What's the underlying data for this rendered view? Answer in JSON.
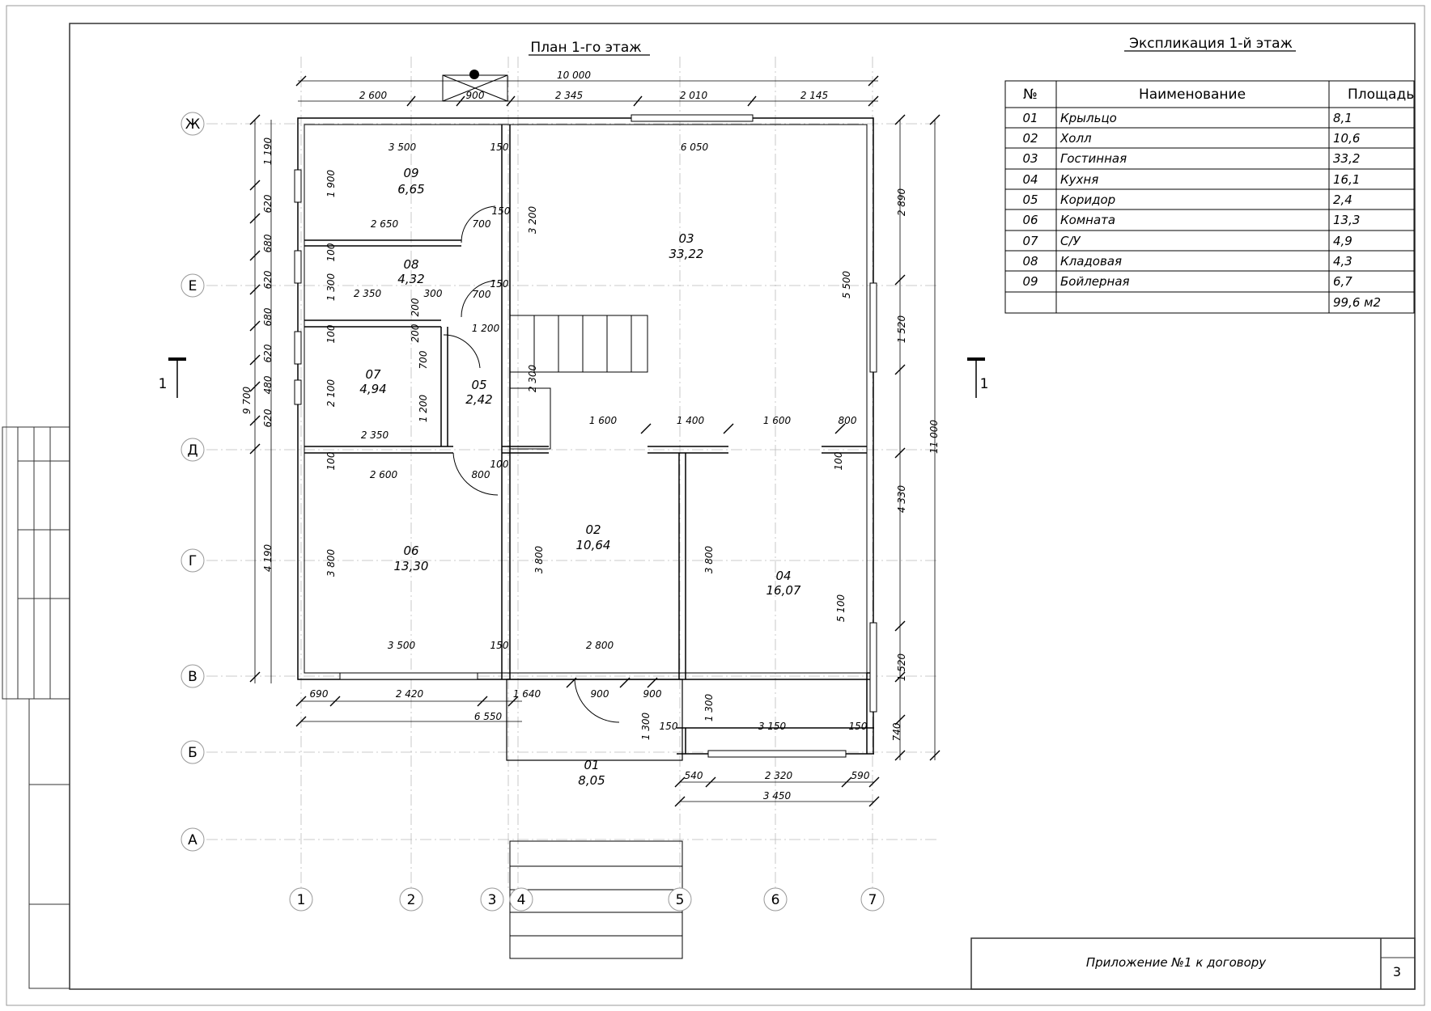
{
  "plan": {
    "title": "План 1-го этаж",
    "rooms": [
      {
        "id": "09",
        "area": "6,65"
      },
      {
        "id": "08",
        "area": "4,32"
      },
      {
        "id": "07",
        "area": "4,94"
      },
      {
        "id": "05",
        "area": "2,42"
      },
      {
        "id": "06",
        "area": "13,30"
      },
      {
        "id": "03",
        "area": "33,22"
      },
      {
        "id": "02",
        "area": "10,64"
      },
      {
        "id": "04",
        "area": "16,07"
      },
      {
        "id": "01",
        "area": "8,05"
      }
    ],
    "axes_rows": [
      "Ж",
      "Е",
      "Д",
      "Г",
      "В",
      "Б",
      "А"
    ],
    "axes_cols": [
      "1",
      "2",
      "3",
      "4",
      "5",
      "6",
      "7"
    ],
    "section_mark": "1",
    "dims": {
      "top_total": "10 000",
      "top_2600": "2 600",
      "top_900": "900",
      "top_2345": "2 345",
      "top_2010": "2 010",
      "top_2145": "2 145",
      "r09_w": "3 500",
      "r09_150": "150",
      "r03_w": "6 050",
      "r09_h": "1 900",
      "r09_bot": "2 650",
      "d700a": "700",
      "d150a": "150",
      "r03_3200": "3 200",
      "r03_2890": "2 890",
      "r08_100": "100",
      "r08_1300": "1 300",
      "r08_2350": "2 350",
      "r08_300": "300",
      "d700b": "700",
      "d150b": "150",
      "r08_200a": "200",
      "r08_200b": "200",
      "c_1200": "1 200",
      "r03_5500": "5 500",
      "r03_1520": "1 520",
      "r07_100": "100",
      "d700c": "700",
      "c_2300": "2 300",
      "r07_2100": "2 100",
      "r05_1200": "1 200",
      "r07_2350": "2 350",
      "b_1600a": "1 600",
      "b_1400": "1 400",
      "b_1600b": "1 600",
      "b_800": "800",
      "total_11000": "11 000",
      "left_9700": "9 700",
      "l_1190": "1 190",
      "l_620a": "620",
      "l_680a": "680",
      "l_620b": "620",
      "l_680b": "680",
      "l_620c": "620",
      "l_480": "480",
      "l_620d": "620",
      "l_4190": "4 190",
      "r06_100": "100",
      "r06_2600": "2 600",
      "d800": "800",
      "d100": "100",
      "r04_100": "100",
      "r_4330": "4 330",
      "r06_3800": "3 800",
      "r02_3800": "3 800",
      "r04_3800": "3 800",
      "r04_5100": "5 100",
      "r06_3500": "3 500",
      "r06_150": "150",
      "r02_2800": "2 800",
      "r_1520b": "1 520",
      "bot_690": "690",
      "bot_2420": "2 420",
      "bot_1640": "1 640",
      "bot_900a": "900",
      "bot_900b": "900",
      "bot_6550": "6 550",
      "p_1300a": "1 300",
      "p_1300b": "1 300",
      "p_150": "150",
      "r04_3150": "3 150",
      "r04_150": "150",
      "r_740": "740",
      "k_540": "540",
      "k_2320": "2 320",
      "k_590": "590",
      "k_3450": "3 450"
    }
  },
  "explication": {
    "title": "Экспликация 1-й этаж",
    "headers": [
      "№",
      "Наименование",
      "Площадь"
    ],
    "rows": [
      {
        "num": "01",
        "name": "Крыльцо",
        "area": "8,1"
      },
      {
        "num": "02",
        "name": "Холл",
        "area": "10,6"
      },
      {
        "num": "03",
        "name": "Гостинная",
        "area": "33,2"
      },
      {
        "num": "04",
        "name": "Кухня",
        "area": "16,1"
      },
      {
        "num": "05",
        "name": "Коридор",
        "area": "2,4"
      },
      {
        "num": "06",
        "name": "Комната",
        "area": "13,3"
      },
      {
        "num": "07",
        "name": "С/У",
        "area": "4,9"
      },
      {
        "num": "08",
        "name": "Кладовая",
        "area": "4,3"
      },
      {
        "num": "09",
        "name": "Бойлерная",
        "area": "6,7"
      }
    ],
    "total": "99,6 м2"
  },
  "stamp": {
    "caption": "Приложение №1 к договору",
    "sheet": "3"
  }
}
